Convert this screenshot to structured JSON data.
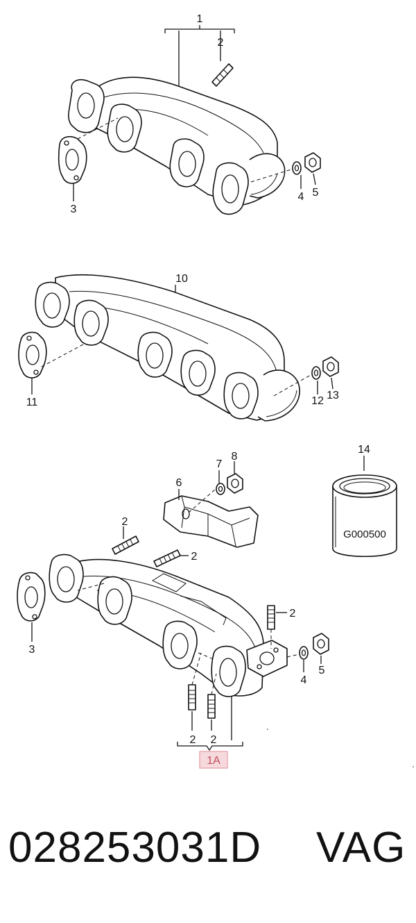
{
  "diagram": {
    "callouts": {
      "c1": "1",
      "c2_top": "2",
      "c3_top": "3",
      "c4_top": "4",
      "c5_top": "5",
      "c10": "10",
      "c11": "11",
      "c12": "12",
      "c13": "13",
      "c14": "14",
      "c6": "6",
      "c7": "7",
      "c8": "8",
      "c2_a": "2",
      "c2_b": "2",
      "c2_c": "2",
      "c2_d": "2",
      "c2_e": "2",
      "c3_bottom": "3",
      "c4_bottom": "4",
      "c5_bottom": "5",
      "c1a": "1A"
    },
    "filter_label": "G000500"
  },
  "footer": {
    "part_number": "028253031D",
    "brand": "VAG"
  },
  "colors": {
    "highlight_fill": "#f6d9dc",
    "highlight_stroke": "#e59aa3",
    "highlight_text": "#c0505f"
  }
}
